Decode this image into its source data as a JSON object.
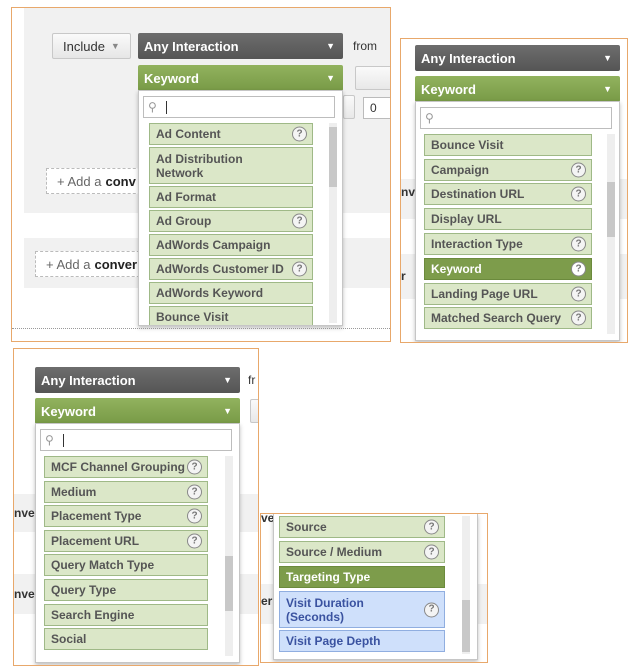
{
  "panel1": {
    "include_label": "Include",
    "interaction_label": "Any Interaction",
    "from_label": "from",
    "dimension_label": "Keyword",
    "add_label": "+ Add a",
    "add_bold": "conv",
    "add2_label": "+ Add a",
    "add2_bold": "conver",
    "number": "0",
    "items": [
      "Ad Content",
      "Ad Distribution Network",
      "Ad Format",
      "Ad Group",
      "AdWords Campaign",
      "AdWords Customer ID",
      "AdWords Keyword",
      "Bounce Visit"
    ],
    "help_flags": [
      true,
      false,
      false,
      true,
      false,
      true,
      false,
      false
    ]
  },
  "panel2": {
    "interaction_label": "Any Interaction",
    "dimension_label": "Keyword",
    "items": [
      "Bounce Visit",
      "Campaign",
      "Destination URL",
      "Display URL",
      "Interaction Type",
      "Keyword",
      "Landing Page URL",
      "Matched Search Query"
    ],
    "help_flags": [
      false,
      true,
      true,
      false,
      true,
      true,
      true,
      true
    ],
    "selected_index": 5,
    "frag_a": "nv",
    "frag_b": "r"
  },
  "panel3": {
    "interaction_label": "Any Interaction",
    "from_frag": "fr",
    "dimension_label": "Keyword",
    "items": [
      "MCF Channel Grouping",
      "Medium",
      "Placement Type",
      "Placement URL",
      "Query Match Type",
      "Query Type",
      "Search Engine",
      "Social"
    ],
    "help_flags": [
      true,
      true,
      true,
      true,
      false,
      false,
      false,
      false
    ],
    "frag_a": "nve",
    "frag_b": "nver"
  },
  "panel4": {
    "items": [
      "Source",
      "Source / Medium",
      "Targeting Type",
      "Visit Duration (Seconds)",
      "Visit Page Depth"
    ],
    "help_flags": [
      true,
      true,
      false,
      true,
      false
    ],
    "frag_a": "ve",
    "frag_b": "er"
  },
  "icons": {
    "help": "?",
    "caret": "▼",
    "search": "⚲"
  }
}
